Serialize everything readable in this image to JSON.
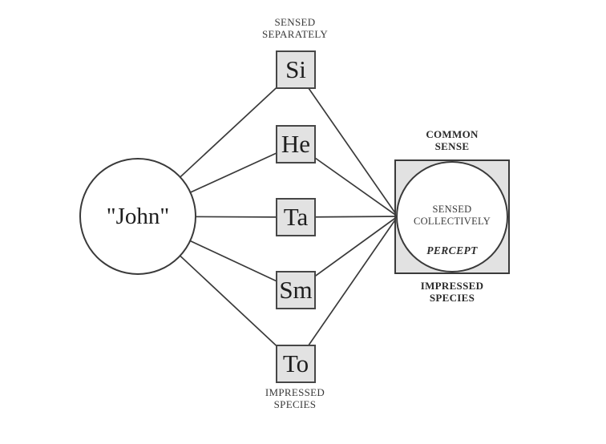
{
  "diagram": {
    "source_node": {
      "label": "\"John\""
    },
    "top_label": {
      "line1": "SENSED",
      "line2": "SEPARATELY"
    },
    "sense_boxes": [
      {
        "label": "Si"
      },
      {
        "label": "He"
      },
      {
        "label": "Ta"
      },
      {
        "label": "Sm"
      },
      {
        "label": "To"
      }
    ],
    "bottom_label": {
      "line1": "IMPRESSED",
      "line2": "SPECIES"
    },
    "common_sense_label": {
      "line1": "COMMON",
      "line2": "SENSE"
    },
    "percept_node": {
      "line1": "SENSED",
      "line2": "COLLECTIVELY",
      "sub_label": "PERCEPT"
    },
    "impressed_species_label": {
      "line1": "IMPRESSED",
      "line2": "SPECIES"
    },
    "colors": {
      "background": "#ffffff",
      "box_fill": "#e2e2e2",
      "box_border": "#474747",
      "line": "#3a3a3a",
      "text": "#2e2e2e",
      "node_fill": "#ffffff"
    }
  }
}
